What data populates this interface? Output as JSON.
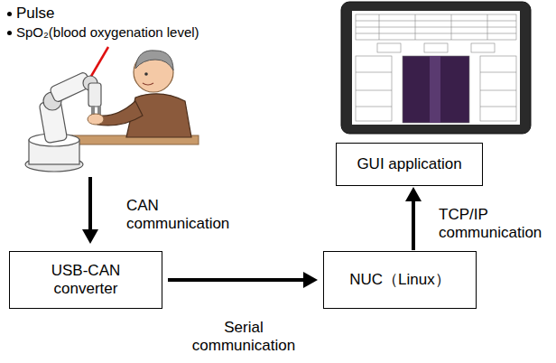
{
  "diagram": {
    "nodes": [
      {
        "text": [
          "USB-CAN converter"
        ]
      },
      {
        "text": [
          "NUC（Linux）"
        ]
      },
      {
        "text": [
          "GUI application"
        ]
      }
    ],
    "edges": [
      {
        "from": 0,
        "to": 1,
        "arrow": "to",
        "label": "Serial communication"
      },
      {
        "from": 1,
        "to": 2,
        "arrow": "to",
        "label": "TCP/IP communication"
      }
    ],
    "labels": [
      "Pulse",
      "SpO₂(blood oxygenation level)",
      "CAN communication"
    ]
  }
}
